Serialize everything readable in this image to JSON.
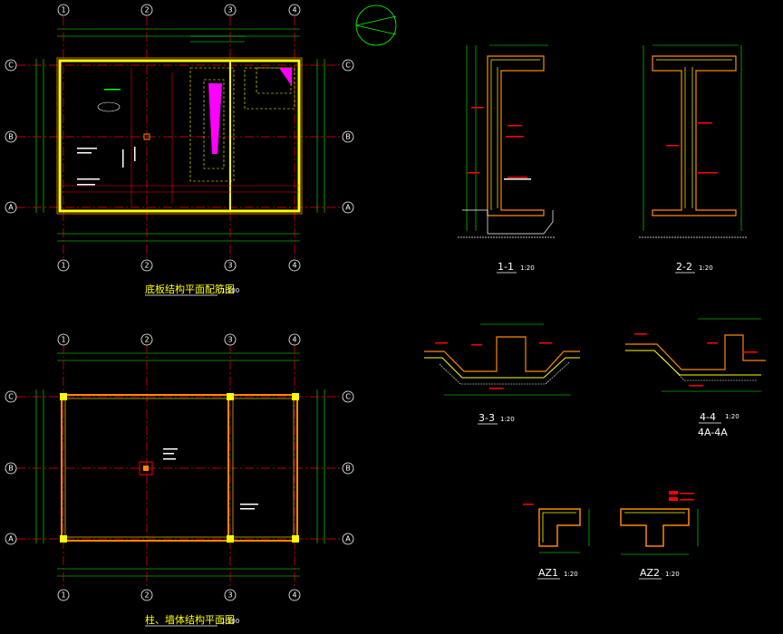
{
  "axes": {
    "columns": [
      "1",
      "2",
      "3",
      "4"
    ],
    "rows": [
      "C",
      "B",
      "A"
    ]
  },
  "plan_top": {
    "title": "底板结构平面配筋图",
    "scale": "1:100"
  },
  "plan_bottom": {
    "title": "柱、墙体结构平面图",
    "scale": "1:100"
  },
  "sections": [
    {
      "name": "1-1",
      "scale": "1:20"
    },
    {
      "name": "2-2",
      "scale": "1:20"
    },
    {
      "name": "3-3",
      "scale": "1:20"
    },
    {
      "name": "4-4",
      "scale": "1:20",
      "sub": "4A-4A"
    },
    {
      "name": "AZ1",
      "scale": "1:20"
    },
    {
      "name": "AZ2",
      "scale": "1:20"
    }
  ],
  "colors": {
    "background": "#000000",
    "grid_axis": "#ff0000",
    "bubble": "#ffffff",
    "dimension": "#00ff00",
    "wall": "#ffff00",
    "wall_outline": "#ff8800",
    "hatch": "#ff00ff",
    "text": "#ffffff"
  }
}
